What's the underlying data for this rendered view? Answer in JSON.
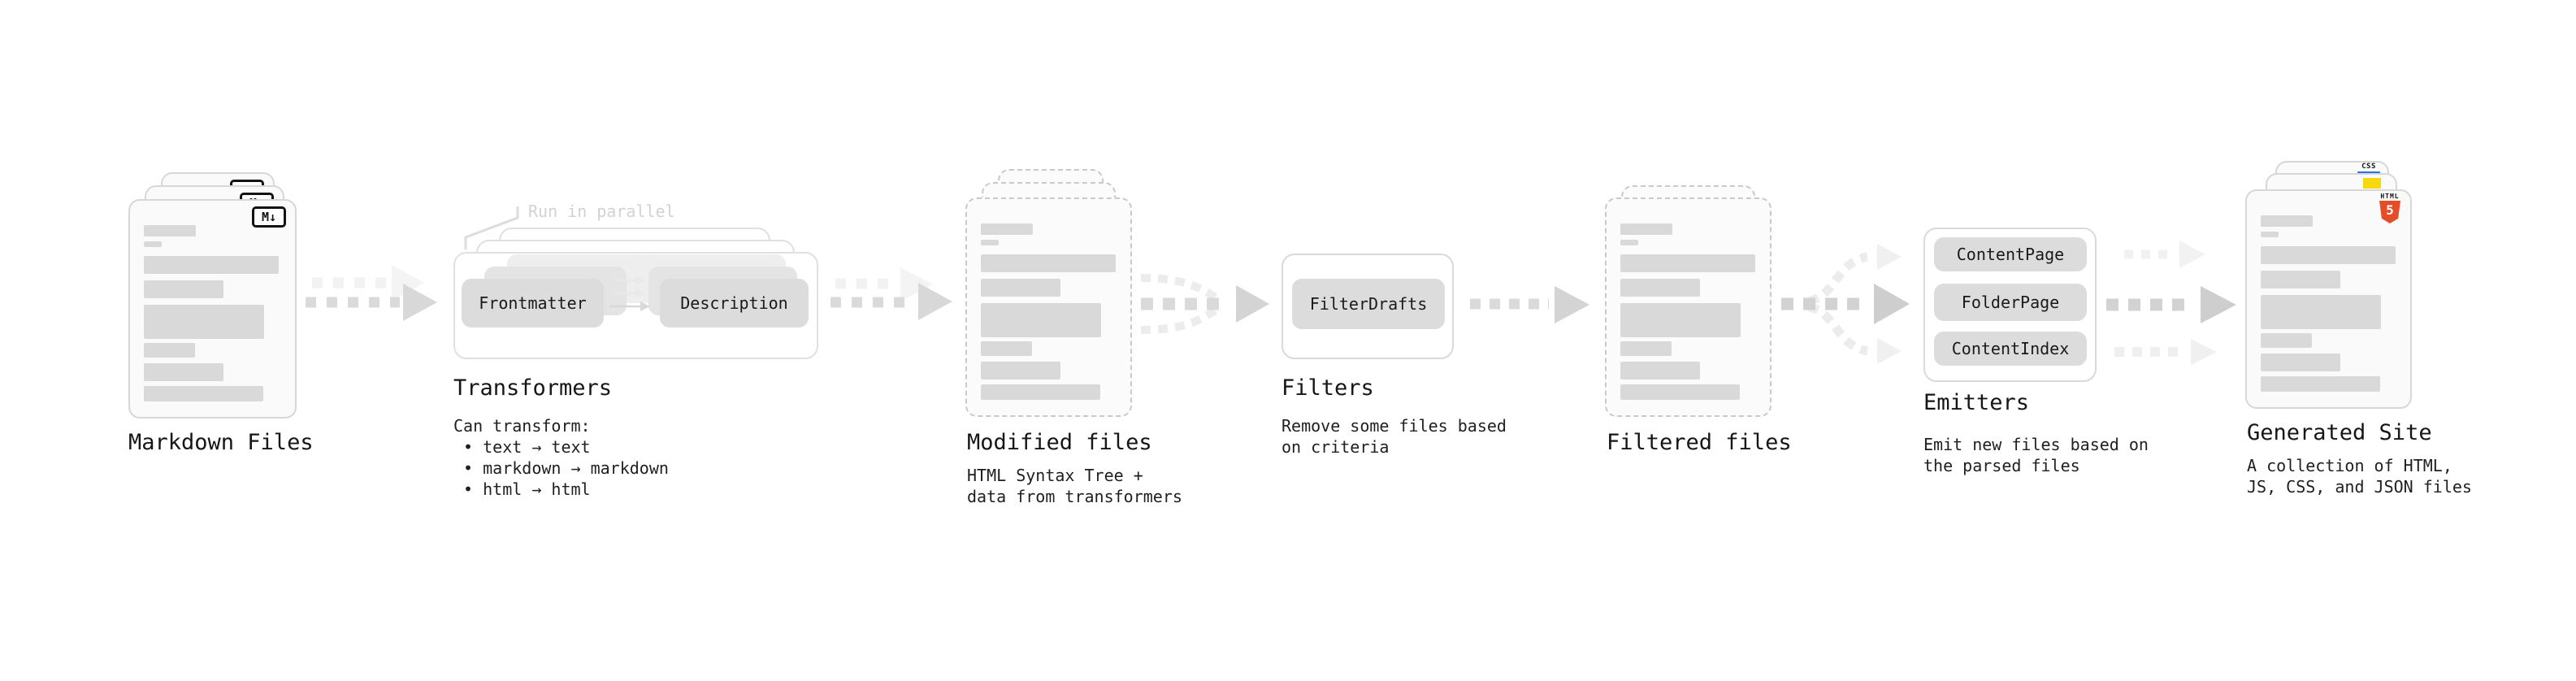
{
  "stages": {
    "markdown_files": {
      "title": "Markdown Files"
    },
    "transformers": {
      "annotation": "Run in parallel",
      "box1": "Frontmatter",
      "box2": "Description",
      "title": "Transformers",
      "description": "Can transform:\n • text → text\n • markdown → markdown\n • html → html"
    },
    "modified_files": {
      "title": "Modified files",
      "description": "HTML Syntax Tree +\ndata from transformers"
    },
    "filters": {
      "box1": "FilterDrafts",
      "title": "Filters",
      "description": "Remove some files based\non criteria"
    },
    "filtered_files": {
      "title": "Filtered files"
    },
    "emitters": {
      "box1": "ContentPage",
      "box2": "FolderPage",
      "box3": "ContentIndex",
      "title": "Emitters",
      "description": "Emit new files based on\nthe parsed files"
    },
    "generated_site": {
      "title": "Generated Site",
      "description": "A collection of HTML,\nJS, CSS, and JSON files"
    }
  },
  "icons": {
    "markdown_badge": "M↓",
    "css_badge": "CSS",
    "html5_badge_top": "HTML",
    "html5_badge_number": "5"
  },
  "colors": {
    "html5_orange": "#e44d26",
    "js_yellow": "#f5d80e",
    "css_blue": "#2a6fe3",
    "arrow_gray": "#d6d6d6"
  }
}
